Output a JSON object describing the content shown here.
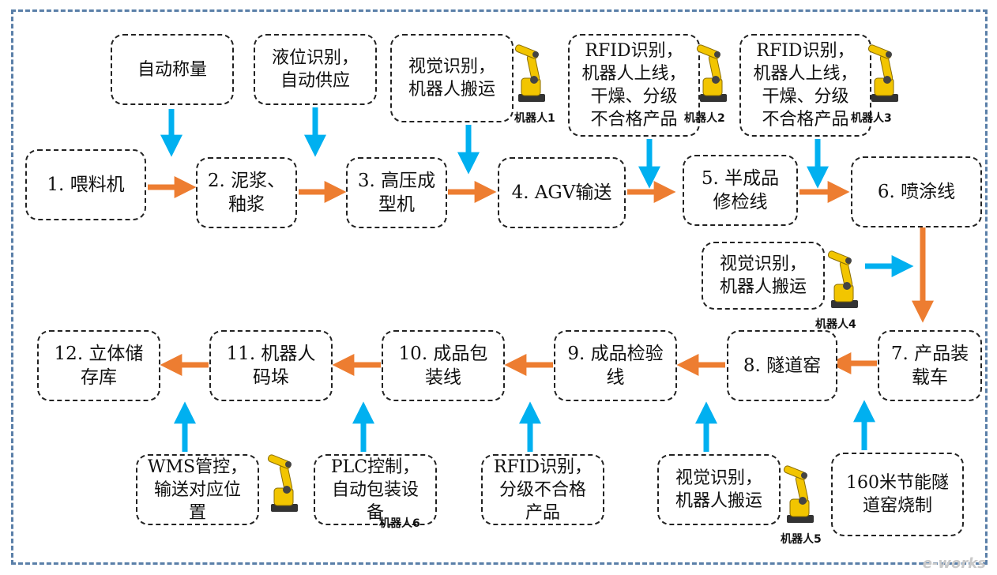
{
  "process_steps": [
    {
      "label": "1. 喂料机"
    },
    {
      "label": "2. 泥浆、\n釉浆"
    },
    {
      "label": "3. 高压成\n型机"
    },
    {
      "label": "4. AGV输送"
    },
    {
      "label": "5. 半成品\n修检线"
    },
    {
      "label": "6. 喷涂线"
    },
    {
      "label": "7. 产品装\n载车"
    },
    {
      "label": "8. 隧道窑"
    },
    {
      "label": "9. 成品检验\n线"
    },
    {
      "label": "10. 成品包\n装线"
    },
    {
      "label": "11. 机器人\n码垛"
    },
    {
      "label": "12. 立体储\n存库"
    }
  ],
  "top_info": [
    {
      "label": "自动称量"
    },
    {
      "label": "液位识别，\n自动供应"
    },
    {
      "label": "视觉识别，\n机器人搬运"
    },
    {
      "label": "RFID识别，\n机器人上线，\n干燥、分级\n不合格产品"
    },
    {
      "label": "RFID识别，\n机器人上线，\n干燥、分级\n不合格产品"
    }
  ],
  "side_info": {
    "label": "视觉识别，\n机器人搬运"
  },
  "bottom_info": [
    {
      "label": "WMS管控，\n输送对应位\n置"
    },
    {
      "label": "PLC控制，\n自动包装设\n备"
    },
    {
      "label": "RFID识别，\n分级不合格\n产品"
    },
    {
      "label": "视觉识别，\n机器人搬运"
    },
    {
      "label": "160米节能隧\n道窑烧制"
    }
  ],
  "robots": [
    {
      "label": "机器人1"
    },
    {
      "label": "机器人2"
    },
    {
      "label": "机器人3"
    },
    {
      "label": "机器人4"
    },
    {
      "label": "机器人5"
    },
    {
      "label": "机器人6"
    }
  ],
  "watermark": "e-works",
  "colors": {
    "flow_arrow": "#ed7d31",
    "info_arrow": "#00b0f0",
    "frame": "#5a7fa8",
    "robot": "#f2c500"
  }
}
